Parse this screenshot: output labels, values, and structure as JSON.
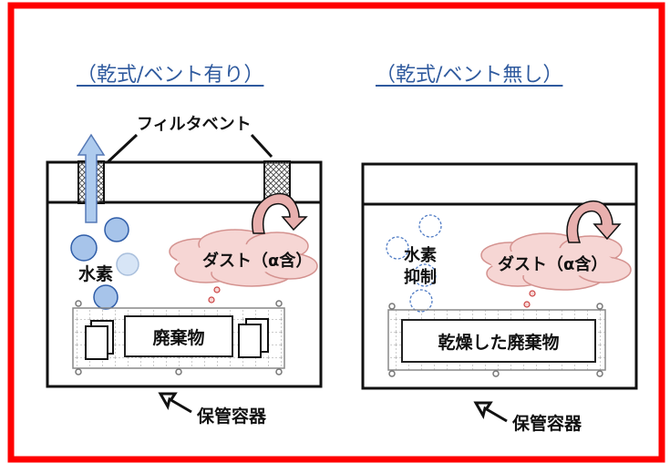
{
  "left": {
    "title": "（乾式/ベント有り）",
    "filter_vent_label": "フィルタベント",
    "hydrogen_label": "水素",
    "dust_label": "ダスト（α含）",
    "waste_label": "廃棄物",
    "container_label": "保管容器"
  },
  "right": {
    "title": "（乾式/ベント無し）",
    "hydrogen_label_line1": "水素",
    "hydrogen_label_line2": "抑制",
    "dust_label": "ダスト（α含）",
    "waste_label": "乾燥した廃棄物",
    "container_label": "保管容器"
  },
  "colors": {
    "frame": "#ff0000",
    "title_text": "#2f5a9e",
    "bubble_fill": "#a7c4ea",
    "bubble_stroke": "#2f5da8",
    "cloud_fill": "#f6d6d4",
    "cloud_stroke": "#d4928f",
    "arrow_fill": "#e8b0ae",
    "vent_arrow_fill": "#aecbee"
  }
}
